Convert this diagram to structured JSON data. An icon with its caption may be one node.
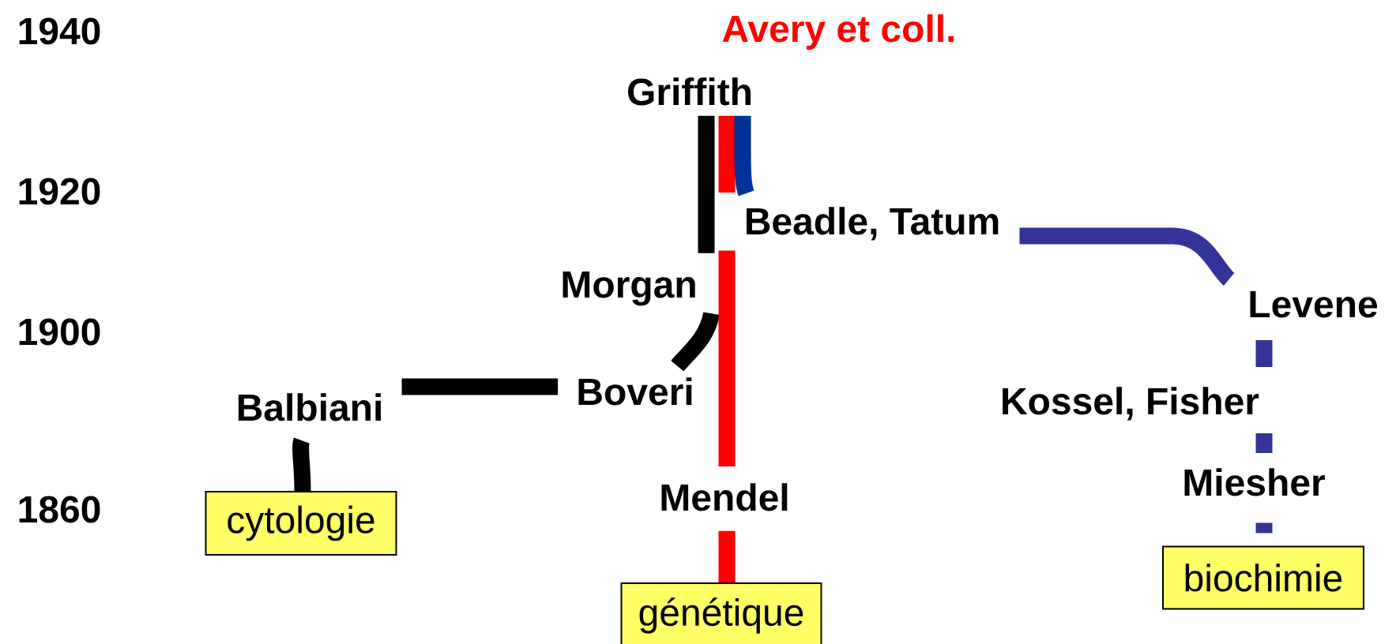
{
  "diagram": {
    "nodes": [
      {
        "text": [
          "Griffith"
        ]
      },
      {
        "text": [
          "Beadle, Tatum"
        ]
      },
      {
        "text": [
          "Morgan"
        ]
      },
      {
        "text": [
          "Levene"
        ]
      },
      {
        "text": [
          "Balbiani"
        ]
      },
      {
        "text": [
          "Boveri"
        ]
      },
      {
        "text": [
          "Kossel, Fisher"
        ]
      },
      {
        "text": [
          "Mendel"
        ]
      },
      {
        "text": [
          "Miesher"
        ]
      },
      {
        "text": [
          "cytologie"
        ]
      },
      {
        "text": [
          "génétique"
        ]
      },
      {
        "text": [
          "biochimie"
        ]
      }
    ],
    "edges": [
      {
        "from": 9,
        "to": 4,
        "arrow": "none"
      },
      {
        "from": 4,
        "to": 5,
        "arrow": "none"
      },
      {
        "from": 5,
        "to": 2,
        "arrow": "none"
      },
      {
        "from": 2,
        "to": 0,
        "arrow": "none"
      },
      {
        "from": 10,
        "to": 7,
        "arrow": "none",
        "color": "#ff0000"
      },
      {
        "from": 7,
        "to": 1,
        "arrow": "none",
        "color": "#ff0000"
      },
      {
        "from": 1,
        "to": 0,
        "arrow": "none",
        "color": "#ff0000"
      },
      {
        "from": 0,
        "to": 1,
        "arrow": "none",
        "color": "#003399"
      },
      {
        "from": 1,
        "to": 3,
        "arrow": "none",
        "color": "#333399"
      },
      {
        "from": 11,
        "to": 8,
        "arrow": "none",
        "style": "dashed",
        "color": "#333399"
      },
      {
        "from": 8,
        "to": 6,
        "arrow": "none",
        "style": "dashed",
        "color": "#333399"
      },
      {
        "from": 6,
        "to": 3,
        "arrow": "none",
        "style": "dashed",
        "color": "#333399"
      }
    ],
    "labels": [
      "1940",
      "Avery et coll.",
      "1920",
      "1900",
      "1860"
    ]
  }
}
